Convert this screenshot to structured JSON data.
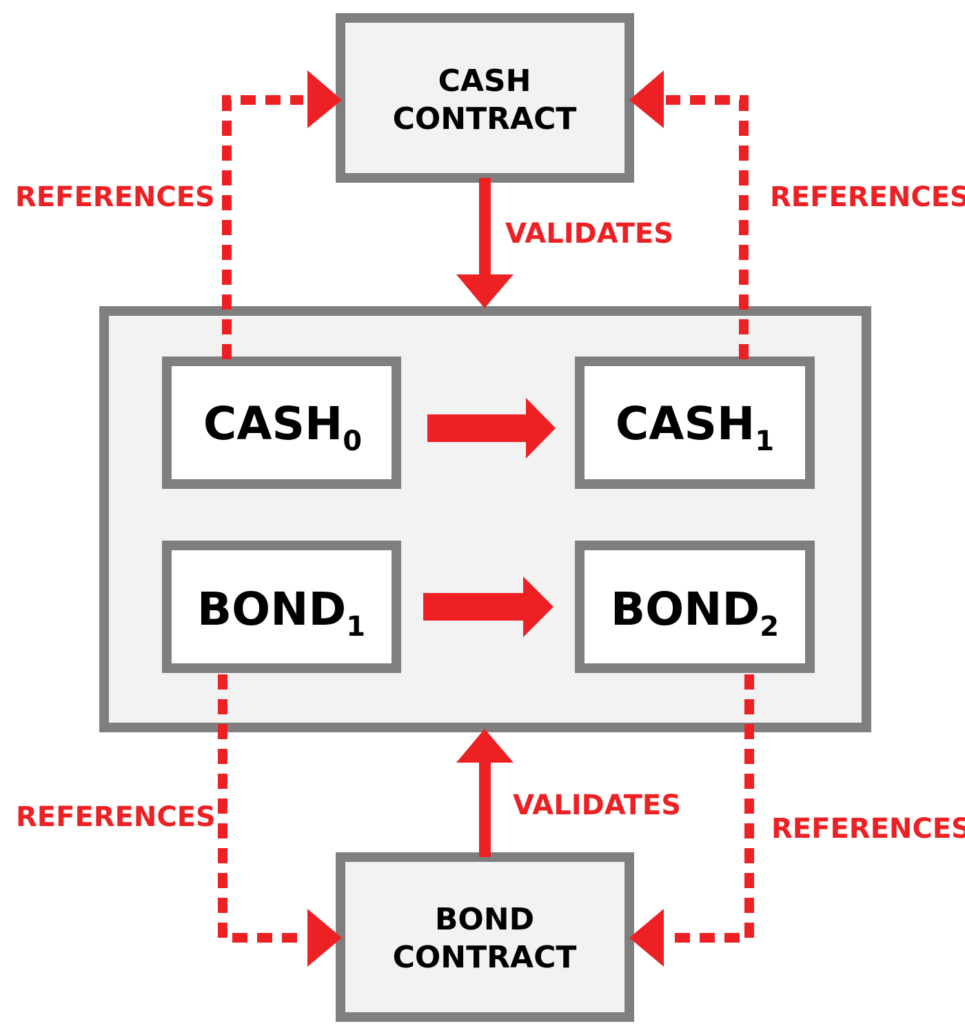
{
  "colors": {
    "accent": "#ED2024",
    "box_border": "#7F7F7F",
    "box_fill": "#F2F2F2",
    "state_fill": "#FFFFFF",
    "text": "#000000"
  },
  "contracts": {
    "cash": {
      "line1": "CASH",
      "line2": "CONTRACT"
    },
    "bond": {
      "line1": "BOND",
      "line2": "CONTRACT"
    }
  },
  "states": {
    "cash0": {
      "name": "CASH",
      "sub": "0"
    },
    "cash1": {
      "name": "CASH",
      "sub": "1"
    },
    "bond1": {
      "name": "BOND",
      "sub": "1"
    },
    "bond2": {
      "name": "BOND",
      "sub": "2"
    }
  },
  "edges": {
    "validates_top": "VALIDATES",
    "validates_bottom": "VALIDATES",
    "references_top_left": "REFERENCES",
    "references_top_right": "REFERENCES",
    "references_bottom_left": "REFERENCES",
    "references_bottom_right": "REFERENCES"
  }
}
